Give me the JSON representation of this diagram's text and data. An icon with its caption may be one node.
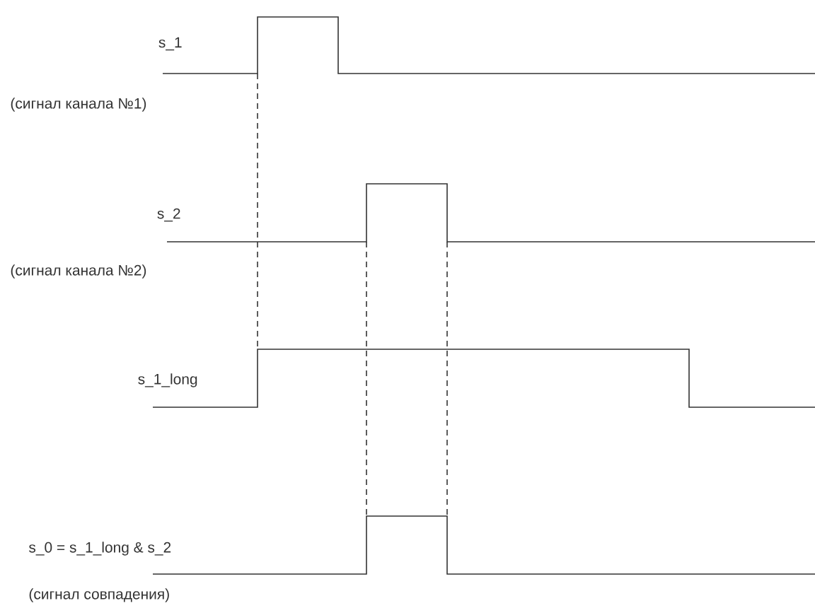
{
  "diagram": {
    "labels": [
      "s_1",
      "(сигнал канала №1)",
      "s_2",
      "(сигнал канала №2)",
      "s_1_long",
      "s_0 = s_1_long & s_2",
      "(сигнал совпадения)"
    ]
  }
}
